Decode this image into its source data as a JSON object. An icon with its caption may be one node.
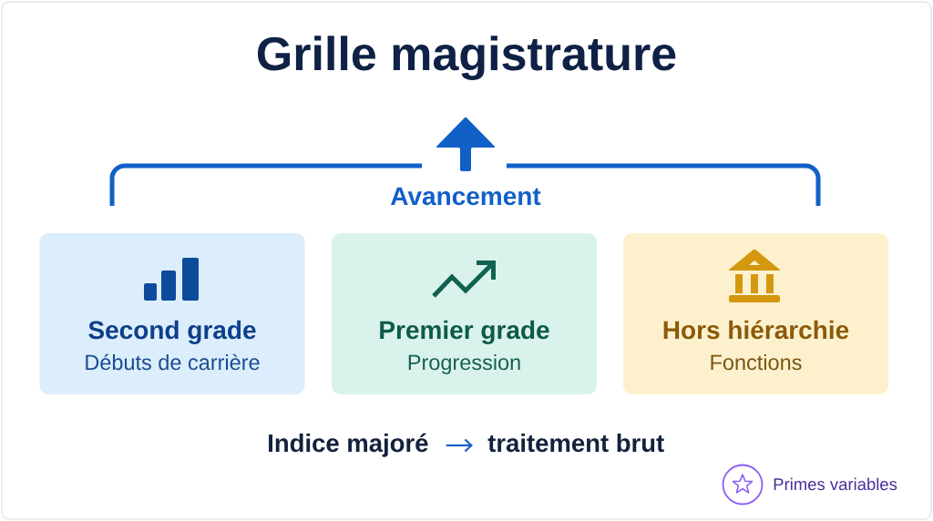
{
  "diagram": {
    "title": "Grille magistrature",
    "nodes": [
      {
        "text": [
          "Second grade",
          "Débuts de carrière"
        ]
      },
      {
        "text": [
          "Premier grade",
          "Progression"
        ]
      },
      {
        "text": [
          "Hors hiérarchie",
          "Fonctions"
        ]
      },
      {
        "text": [
          "Indice majoré"
        ]
      },
      {
        "text": [
          "traitement brut"
        ]
      }
    ],
    "edges": [
      {
        "from": 3,
        "to": 4,
        "arrow": "to",
        "color": "#1a5fc8"
      }
    ],
    "labels": [
      "Avancement",
      "Primes variables"
    ]
  }
}
